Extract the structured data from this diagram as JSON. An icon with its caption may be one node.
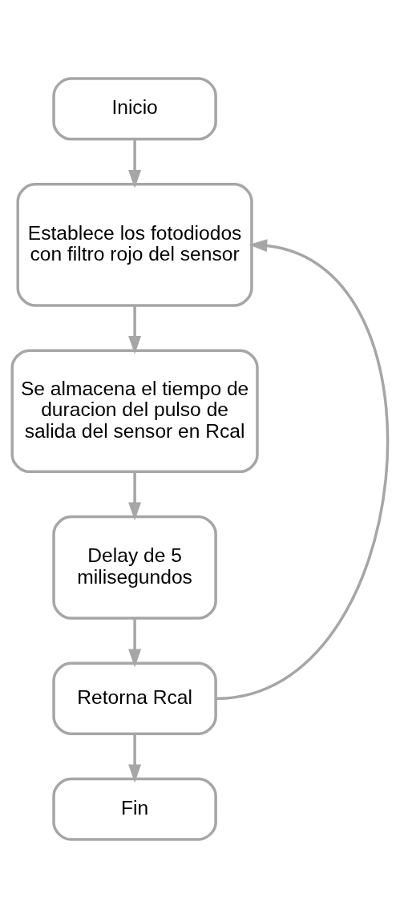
{
  "diagram": {
    "nodes": [
      {
        "text": [
          "Inicio"
        ]
      },
      {
        "text": [
          "Establece los fotodiodos con filtro rojo del sensor"
        ]
      },
      {
        "text": [
          "Se almacena el tiempo de duracion del pulso de salida del sensor en Rcal"
        ]
      },
      {
        "text": [
          "Delay de 5 milisegundos"
        ]
      },
      {
        "text": [
          "Retorna Rcal"
        ]
      },
      {
        "text": [
          "Fin"
        ]
      }
    ],
    "edges": [
      {
        "from": 0,
        "to": 1,
        "arrow": "to"
      },
      {
        "from": 1,
        "to": 2,
        "arrow": "to"
      },
      {
        "from": 2,
        "to": 3,
        "arrow": "to"
      },
      {
        "from": 3,
        "to": 4,
        "arrow": "to"
      },
      {
        "from": 4,
        "to": 5,
        "arrow": "to"
      },
      {
        "from": 4,
        "to": 1,
        "arrow": "to"
      }
    ]
  }
}
